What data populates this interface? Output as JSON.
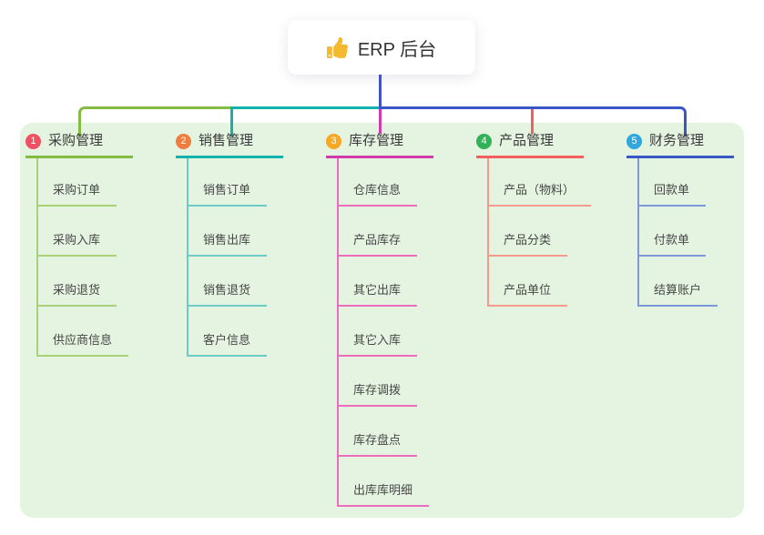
{
  "root": {
    "label": "ERP 后台",
    "icon": "thumbs-up",
    "icon_color": "#f5b82e"
  },
  "canvas": {
    "background": "#ffffff",
    "panel_bg": "#e4f4e1",
    "stem_color": "#4254c5"
  },
  "branches": [
    {
      "num": "1",
      "label": "采购管理",
      "badge_color": "#ee5163",
      "line_color": "#84bb41",
      "child_line_color": "#a9d178",
      "children": [
        "采购订单",
        "采购入库",
        "采购退货",
        "供应商信息"
      ]
    },
    {
      "num": "2",
      "label": "销售管理",
      "badge_color": "#f07c3e",
      "line_color": "#13b3ad",
      "child_line_color": "#6bcbc5",
      "children": [
        "销售订单",
        "销售出库",
        "销售退货",
        "客户信息"
      ]
    },
    {
      "num": "3",
      "label": "库存管理",
      "badge_color": "#f7a823",
      "line_color": "#d13cab",
      "child_line_color": "#ee6cbe",
      "children": [
        "仓库信息",
        "产品库存",
        "其它出库",
        "其它入库",
        "库存调拨",
        "库存盘点",
        "出库库明细"
      ]
    },
    {
      "num": "4",
      "label": "产品管理",
      "badge_color": "#31b258",
      "line_color": "#f25f5f",
      "child_line_color": "#f79a8e",
      "children": [
        "产品（物料）",
        "产品分类",
        "产品单位"
      ]
    },
    {
      "num": "5",
      "label": "财务管理",
      "badge_color": "#31a7dd",
      "line_color": "#3a57c8",
      "child_line_color": "#7e99da",
      "children": [
        "回款单",
        "付款单",
        "结算账户"
      ]
    }
  ]
}
